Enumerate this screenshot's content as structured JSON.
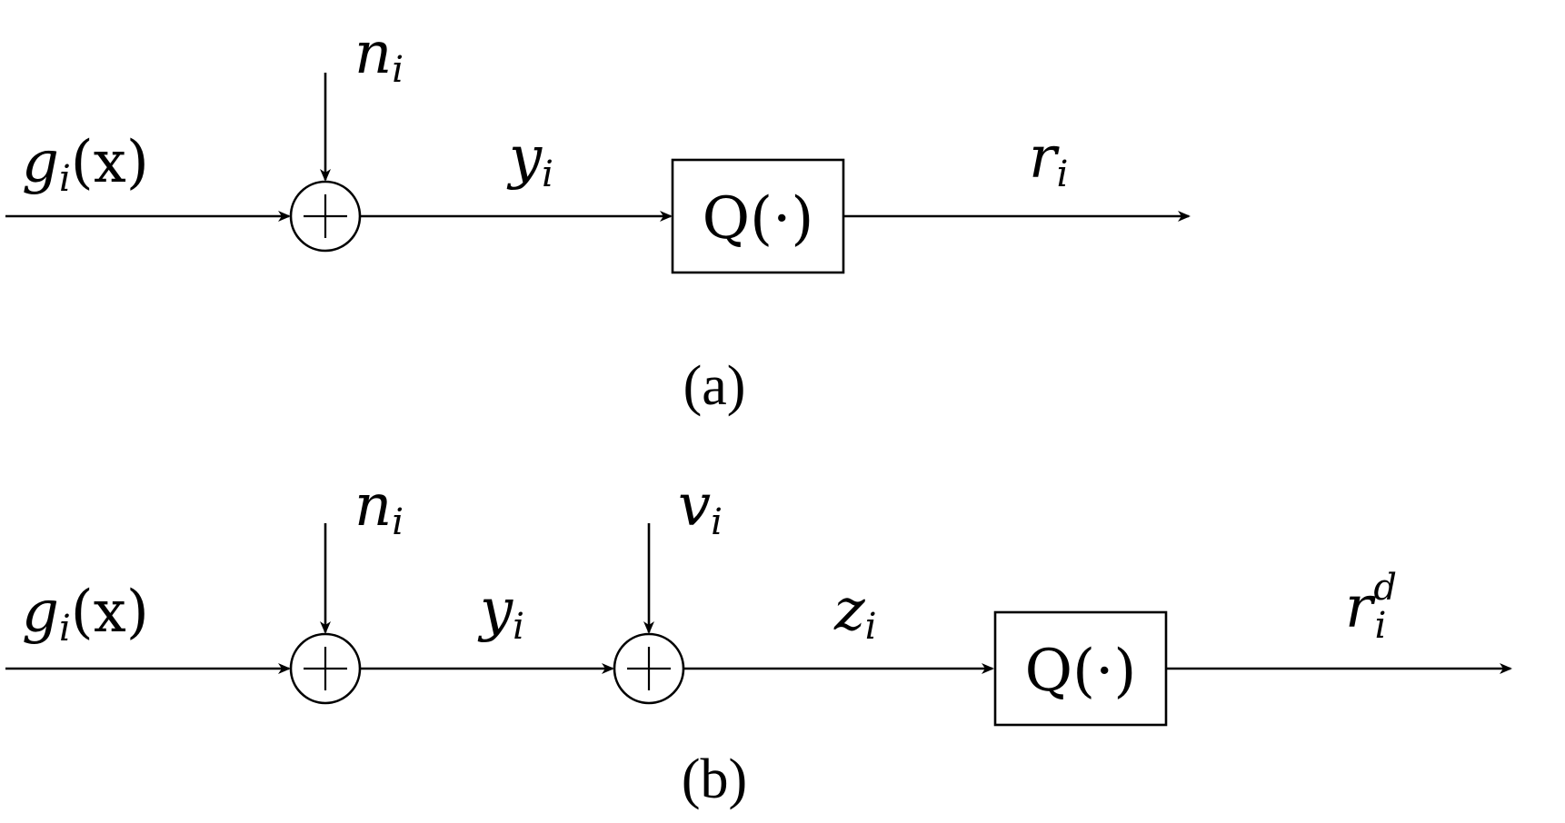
{
  "diagram_a": {
    "input_main": "g",
    "input_sub": "i",
    "input_arg": "(x)",
    "noise_main": "n",
    "noise_sub": "i",
    "mid_main": "y",
    "mid_sub": "i",
    "quantizer_label": "Q(·)",
    "output_main": "r",
    "output_sub": "i",
    "caption": "(a)"
  },
  "diagram_b": {
    "input_main": "g",
    "input_sub": "i",
    "input_arg": "(x)",
    "noise_main": "n",
    "noise_sub": "i",
    "dither_main": "v",
    "dither_sub": "i",
    "mid_main": "y",
    "mid_sub": "i",
    "dithered_main": "z",
    "dithered_sub": "i",
    "quantizer_label": "Q(·)",
    "output_main": "r",
    "output_sub": "i",
    "output_sup": "d",
    "caption": "(b)"
  }
}
